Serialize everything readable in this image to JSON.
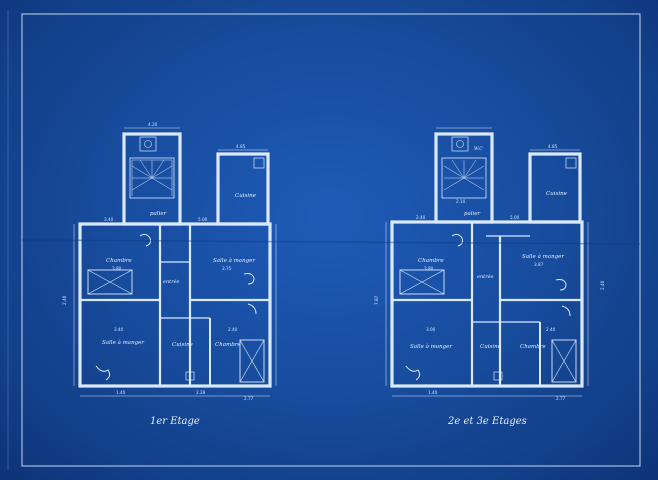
{
  "plans": [
    {
      "title": "1er Etage",
      "rooms": {
        "palier": "palier",
        "cuisine": "Cuisine",
        "chambre_1": "Chambre",
        "salle_a_manger_1": "Salle à manger",
        "entree": "entrée",
        "salle_a_manger_2": "Salle à manger",
        "cuisine_2": "Cuisine",
        "chambre_2": "Chambre"
      }
    },
    {
      "title": "2e et 3e Etages",
      "rooms": {
        "palier": "palier",
        "wc": "W.C",
        "cuisine": "Cuisine",
        "chambre_1": "Chambre",
        "salle_a_manger_1": "Salle à manger",
        "entree": "entrée",
        "salle_a_manger_2": "Salle à manger",
        "cuisine_2": "Cuisine",
        "chambre_2": "Chambre"
      }
    }
  ],
  "dimensions": {
    "left_stair_w": "4.20",
    "left_kitchen_w": "4.85",
    "left_mid_a": "3.40",
    "left_mid_b": "5.00",
    "left_room_a": "3.80",
    "left_room_b": "3.75",
    "left_room_c": "3.40",
    "left_room_d": "2.40",
    "left_bottom_a": "1.40",
    "left_bottom_b": "2.28",
    "left_bottom_c": "2.77",
    "left_height": "2.40",
    "right_stair_w": "2.10",
    "right_kitchen_w": "4.85",
    "right_mid_a": "2.40",
    "right_mid_b": "5.00",
    "right_room_a": "3.80",
    "right_room_b": "3.87",
    "right_room_c": "3.00",
    "right_room_d": "2.40",
    "right_bottom_a": "1.40",
    "right_bottom_b": "2.77",
    "right_side": "2.40",
    "right_height": "7.87"
  }
}
